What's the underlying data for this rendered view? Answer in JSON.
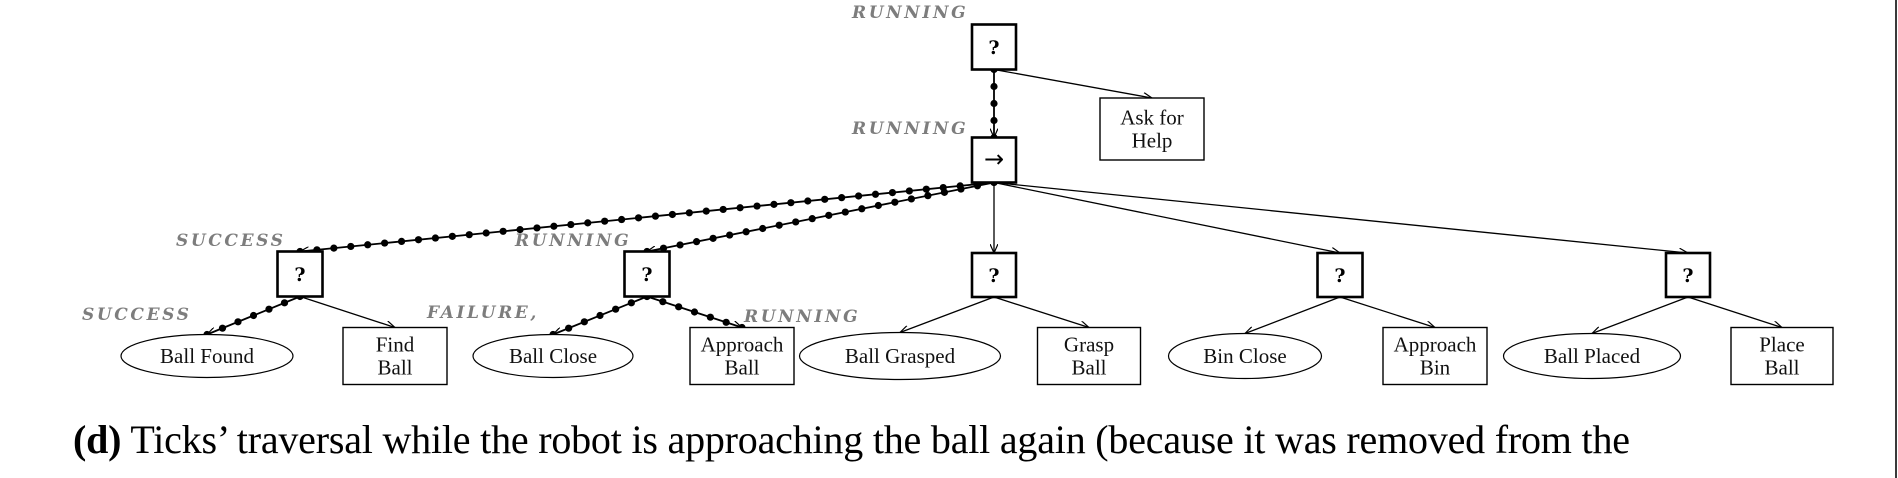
{
  "nodes": [
    {
      "id": "root",
      "type": "fallback",
      "symbol": "?",
      "status": "RUNNING"
    },
    {
      "id": "ask_help",
      "type": "action",
      "label": [
        "Ask for",
        "Help"
      ]
    },
    {
      "id": "seq",
      "type": "sequence",
      "symbol": "→",
      "status": "RUNNING"
    },
    {
      "id": "fb1",
      "type": "fallback",
      "symbol": "?",
      "status": "SUCCESS"
    },
    {
      "id": "ball_found",
      "type": "condition",
      "label": [
        "Ball Found"
      ],
      "status": "SUCCESS"
    },
    {
      "id": "find_ball",
      "type": "action",
      "label": [
        "Find",
        "Ball"
      ]
    },
    {
      "id": "fb2",
      "type": "fallback",
      "symbol": "?",
      "status": "RUNNING"
    },
    {
      "id": "ball_close",
      "type": "condition",
      "label": [
        "Ball Close"
      ],
      "status": "FAILURE,"
    },
    {
      "id": "approach_ball",
      "type": "action",
      "label": [
        "Approach",
        "Ball"
      ],
      "status": "RUNNING"
    },
    {
      "id": "fb3",
      "type": "fallback",
      "symbol": "?"
    },
    {
      "id": "ball_grasped",
      "type": "condition",
      "label": [
        "Ball Grasped"
      ]
    },
    {
      "id": "grasp_ball",
      "type": "action",
      "label": [
        "Grasp",
        "Ball"
      ]
    },
    {
      "id": "fb4",
      "type": "fallback",
      "symbol": "?"
    },
    {
      "id": "bin_close",
      "type": "condition",
      "label": [
        "Bin Close"
      ]
    },
    {
      "id": "approach_bin",
      "type": "action",
      "label": [
        "Approach",
        "Bin"
      ]
    },
    {
      "id": "fb5",
      "type": "fallback",
      "symbol": "?"
    },
    {
      "id": "ball_placed",
      "type": "condition",
      "label": [
        "Ball Placed"
      ]
    },
    {
      "id": "place_ball",
      "type": "action",
      "label": [
        "Place",
        "Ball"
      ]
    }
  ],
  "edges": [
    {
      "from": "root",
      "to": "seq",
      "ticked": true
    },
    {
      "from": "root",
      "to": "ask_help",
      "ticked": false
    },
    {
      "from": "seq",
      "to": "fb1",
      "ticked": true
    },
    {
      "from": "seq",
      "to": "fb2",
      "ticked": true
    },
    {
      "from": "seq",
      "to": "fb3",
      "ticked": false
    },
    {
      "from": "seq",
      "to": "fb4",
      "ticked": false
    },
    {
      "from": "seq",
      "to": "fb5",
      "ticked": false
    },
    {
      "from": "fb1",
      "to": "ball_found",
      "ticked": true
    },
    {
      "from": "fb1",
      "to": "find_ball",
      "ticked": false
    },
    {
      "from": "fb2",
      "to": "ball_close",
      "ticked": true
    },
    {
      "from": "fb2",
      "to": "approach_ball",
      "ticked": true
    },
    {
      "from": "fb3",
      "to": "ball_grasped",
      "ticked": false
    },
    {
      "from": "fb3",
      "to": "grasp_ball",
      "ticked": false
    },
    {
      "from": "fb4",
      "to": "bin_close",
      "ticked": false
    },
    {
      "from": "fb4",
      "to": "approach_bin",
      "ticked": false
    },
    {
      "from": "fb5",
      "to": "ball_placed",
      "ticked": false
    },
    {
      "from": "fb5",
      "to": "place_ball",
      "ticked": false
    }
  ],
  "colors": {
    "status_text": "#7d7d7d",
    "line": "#000000"
  },
  "caption": {
    "label": "(d)",
    "text": " Ticks’ traversal while the robot is approaching the ball again (because it was removed from the"
  }
}
